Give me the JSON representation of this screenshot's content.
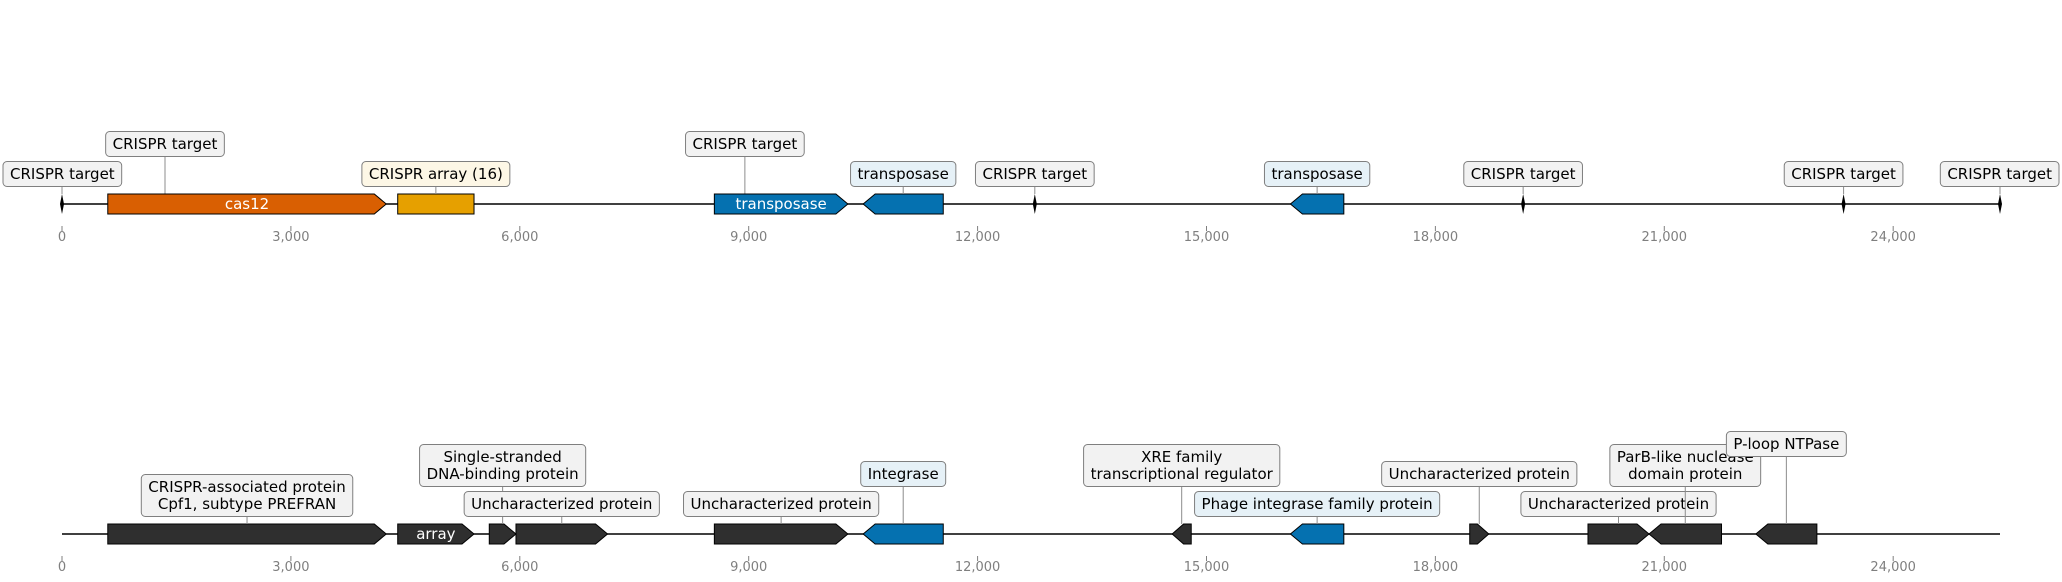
{
  "colors": {
    "cas12": "#d95f02",
    "crispr_array": "#e6a000",
    "transposase": "#0571b0",
    "generic": "#2f2f2f",
    "box_default_fill": "#f2f2f2",
    "box_array_fill": "#fdf7e6",
    "box_transposase_fill": "#e6f1f7",
    "axis_tick": "#7f7f7f"
  },
  "axis": {
    "min": 0,
    "max": 25400,
    "ticks": [
      {
        "value": 0,
        "label": "0"
      },
      {
        "value": 3000,
        "label": "3,000"
      },
      {
        "value": 6000,
        "label": "6,000"
      },
      {
        "value": 9000,
        "label": "9,000"
      },
      {
        "value": 12000,
        "label": "12,000"
      },
      {
        "value": 15000,
        "label": "15,000"
      },
      {
        "value": 18000,
        "label": "18,000"
      },
      {
        "value": 21000,
        "label": "21,000"
      },
      {
        "value": 24000,
        "label": "24,000"
      }
    ]
  },
  "tracks": [
    {
      "name": "track-1",
      "features": [
        {
          "start": 0,
          "end": 0,
          "strand": 0,
          "kind": "target",
          "label": [
            "CRISPR target"
          ],
          "tier": 0,
          "box": "default"
        },
        {
          "start": 1350,
          "end": 1350,
          "strand": 0,
          "kind": "target",
          "label": [
            "CRISPR target"
          ],
          "tier": 1,
          "box": "default"
        },
        {
          "start": 600,
          "end": 4250,
          "strand": 1,
          "kind": "gene",
          "color": "cas12",
          "inner_label": "cas12"
        },
        {
          "start": 4400,
          "end": 5400,
          "strand": 0,
          "kind": "gene",
          "color": "crispr_array",
          "label": [
            "CRISPR array (16)"
          ],
          "tier": 0,
          "box": "array"
        },
        {
          "start": 8950,
          "end": 8950,
          "strand": 0,
          "kind": "target",
          "label": [
            "CRISPR target"
          ],
          "tier": 1,
          "box": "default"
        },
        {
          "start": 8550,
          "end": 10300,
          "strand": 1,
          "kind": "gene",
          "color": "transposase",
          "inner_label": "transposase"
        },
        {
          "start": 10500,
          "end": 11550,
          "strand": -1,
          "kind": "gene",
          "color": "transposase",
          "label": [
            "transposase"
          ],
          "tier": 0,
          "box": "transposase"
        },
        {
          "start": 12750,
          "end": 12750,
          "strand": 0,
          "kind": "target",
          "label": [
            "CRISPR target"
          ],
          "tier": 0,
          "box": "default"
        },
        {
          "start": 16100,
          "end": 16800,
          "strand": -1,
          "kind": "gene",
          "color": "transposase",
          "label": [
            "transposase"
          ],
          "tier": 0,
          "box": "transposase"
        },
        {
          "start": 19150,
          "end": 19150,
          "strand": 0,
          "kind": "target",
          "label": [
            "CRISPR target"
          ],
          "tier": 0,
          "box": "default"
        },
        {
          "start": 23350,
          "end": 23350,
          "strand": 0,
          "kind": "target",
          "label": [
            "CRISPR target"
          ],
          "tier": 0,
          "box": "default"
        },
        {
          "start": 25400,
          "end": 25400,
          "strand": 0,
          "kind": "target",
          "label": [
            "CRISPR target"
          ],
          "tier": 0,
          "box": "default"
        }
      ]
    },
    {
      "name": "track-2",
      "features": [
        {
          "start": 600,
          "end": 4250,
          "strand": 1,
          "kind": "gene",
          "color": "generic",
          "label": [
            "CRISPR-associated protein",
            "Cpf1, subtype PREFRAN"
          ],
          "tier": 0,
          "box": "default"
        },
        {
          "start": 4400,
          "end": 5400,
          "strand": 1,
          "kind": "gene",
          "color": "generic",
          "inner_label": "array"
        },
        {
          "start": 5600,
          "end": 5950,
          "strand": 1,
          "kind": "gene",
          "color": "generic",
          "label": [
            "Single-stranded",
            "DNA-binding protein"
          ],
          "tier": 1,
          "box": "default"
        },
        {
          "start": 5950,
          "end": 7150,
          "strand": 1,
          "kind": "gene",
          "color": "generic",
          "label": [
            "Uncharacterized protein"
          ],
          "tier": 0,
          "box": "default"
        },
        {
          "start": 8550,
          "end": 10300,
          "strand": 1,
          "kind": "gene",
          "color": "generic",
          "label": [
            "Uncharacterized protein"
          ],
          "tier": 0,
          "box": "default"
        },
        {
          "start": 10500,
          "end": 11550,
          "strand": -1,
          "kind": "gene",
          "color": "transposase",
          "label": [
            "Integrase"
          ],
          "tier": 1,
          "box": "transposase"
        },
        {
          "start": 14550,
          "end": 14800,
          "strand": -1,
          "kind": "gene",
          "color": "generic",
          "label": [
            "XRE family",
            "transcriptional regulator"
          ],
          "tier": 1,
          "box": "default"
        },
        {
          "start": 16100,
          "end": 16800,
          "strand": -1,
          "kind": "gene",
          "color": "transposase",
          "label": [
            "Phage integrase family protein"
          ],
          "tier": 0,
          "box": "transposase"
        },
        {
          "start": 18450,
          "end": 18700,
          "strand": 1,
          "kind": "gene",
          "color": "generic",
          "label": [
            "Uncharacterized protein"
          ],
          "tier": 1,
          "box": "default"
        },
        {
          "start": 20000,
          "end": 20800,
          "strand": 1,
          "kind": "gene",
          "color": "generic",
          "label": [
            "Uncharacterized protein"
          ],
          "tier": 0,
          "box": "default"
        },
        {
          "start": 20800,
          "end": 21750,
          "strand": -1,
          "kind": "gene",
          "color": "generic",
          "label": [
            "ParB-like nuclease",
            "domain protein"
          ],
          "tier": 1,
          "box": "default"
        },
        {
          "start": 22200,
          "end": 23000,
          "strand": -1,
          "kind": "gene",
          "color": "generic",
          "label": [
            "P-loop NTPase"
          ],
          "tier": 2,
          "box": "default"
        }
      ]
    }
  ]
}
